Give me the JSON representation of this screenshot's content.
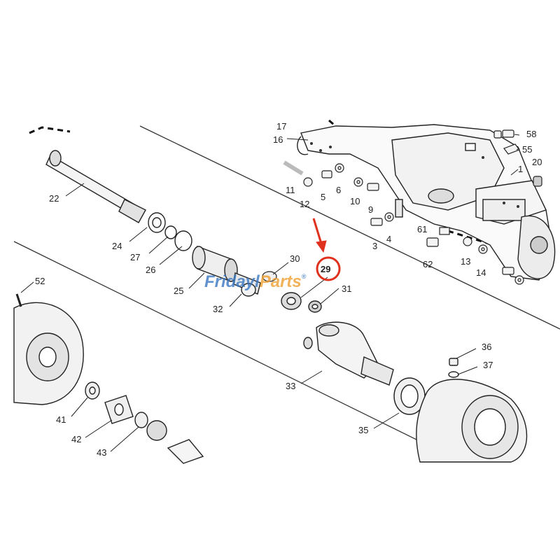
{
  "diagram": {
    "watermark": {
      "part1": "Fridayl",
      "part2": "Parts",
      "symbol": "®"
    },
    "highlighted_part": "29",
    "colors": {
      "highlight": "#e0311f",
      "watermark_blue": "#3a78c2",
      "watermark_orange": "#f0a030",
      "line": "#222222"
    },
    "callouts": [
      "17",
      "16",
      "58",
      "55",
      "1",
      "20",
      "11",
      "12",
      "5",
      "6",
      "10",
      "9",
      "61",
      "3",
      "4",
      "62",
      "13",
      "14",
      "22",
      "24",
      "27",
      "26",
      "25",
      "30",
      "29",
      "31",
      "32",
      "33",
      "35",
      "36",
      "37",
      "52",
      "41",
      "42",
      "43"
    ],
    "icons": [
      "red-arrow-icon",
      "highlight-circle-icon"
    ]
  }
}
